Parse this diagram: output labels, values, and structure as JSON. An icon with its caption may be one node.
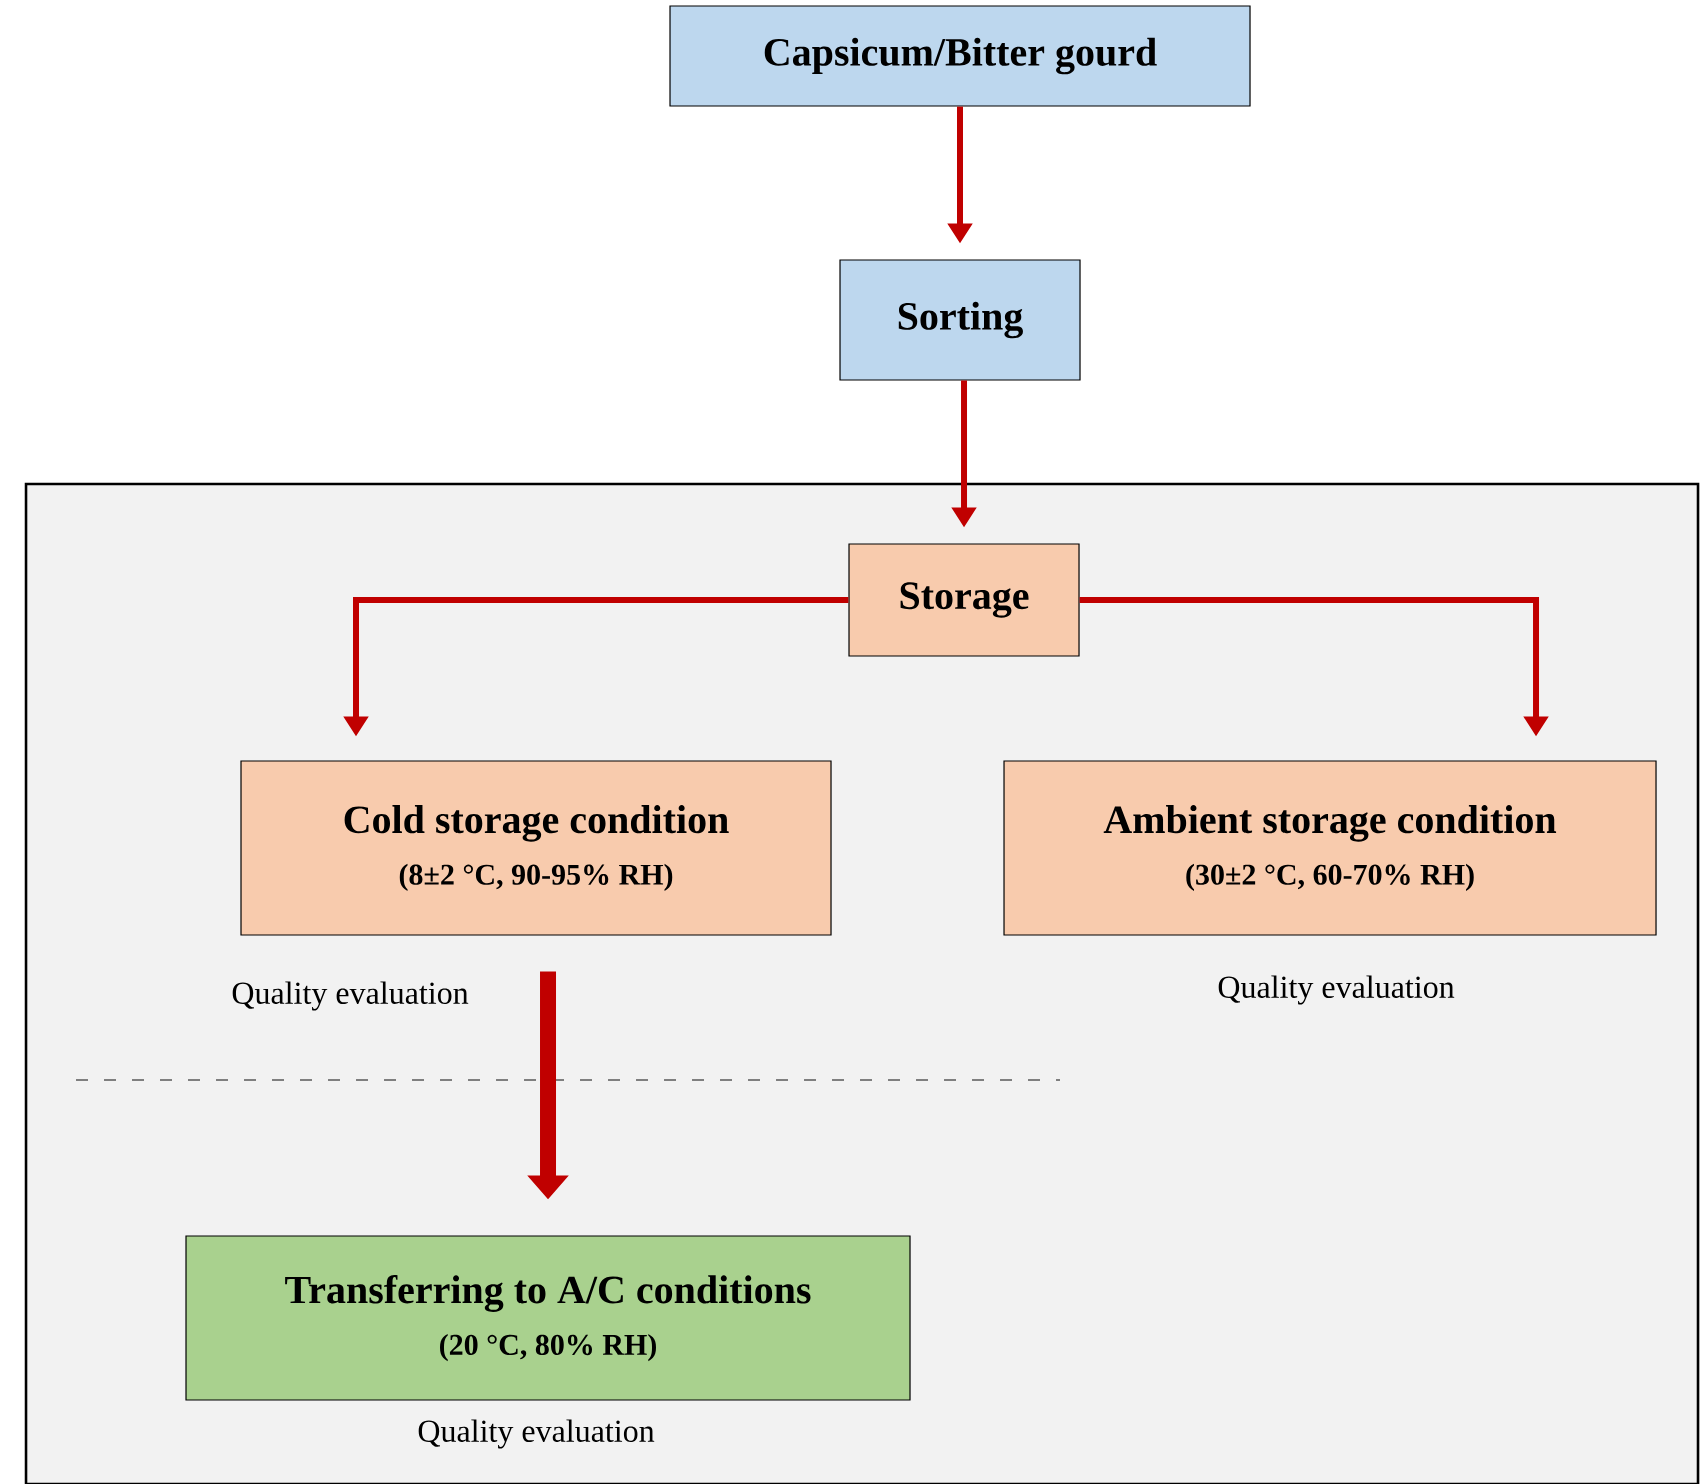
{
  "diagram": {
    "nodes": [
      {
        "text": [
          "Capsicum/Bitter gourd"
        ]
      },
      {
        "text": [
          "Sorting"
        ]
      },
      {
        "text": [],
        "shape": "box"
      },
      {
        "text": [
          "Storage"
        ],
        "in": 2
      },
      {
        "text": [
          "Cold storage condition",
          "(8±2 °C, 90-95% RH)"
        ],
        "in": 2,
        "beside": [
          "Quality evaluation"
        ]
      },
      {
        "text": [
          "Ambient storage condition",
          "(30±2 °C, 60-70% RH)"
        ],
        "in": 2,
        "beside": [
          "Quality evaluation"
        ]
      },
      {
        "text": [
          "Transferring to A/C conditions",
          "(20 °C, 80% RH)"
        ],
        "in": 2,
        "beside": [
          "Quality evaluation"
        ]
      }
    ],
    "edges": [
      {
        "from": 0,
        "to": 1,
        "arrow": "to"
      },
      {
        "from": 1,
        "to": 3,
        "arrow": "to"
      },
      {
        "from": 3,
        "to": 4,
        "arrow": "to"
      },
      {
        "from": 3,
        "to": 5,
        "arrow": "to"
      },
      {
        "from": 4,
        "to": 6,
        "arrow": "to",
        "style": "thick"
      }
    ]
  }
}
